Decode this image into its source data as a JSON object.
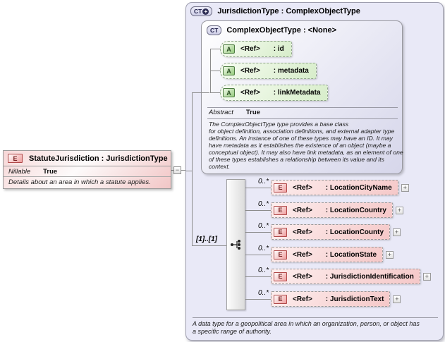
{
  "icons": {
    "ct": "CT",
    "a": "A",
    "e": "E",
    "plus": "+",
    "minus": "−"
  },
  "colors": {
    "panel_lavender": "#e9e9f7",
    "element_pink": "#f5c8c8",
    "attribute_green": "#d7edca",
    "element_icon_red": "#b04848",
    "attribute_icon_green": "#4d7c42"
  },
  "element_node": {
    "title": "StatuteJurisdiction : JurisdictionType",
    "property_label": "Nillable",
    "property_value": "True",
    "description": "Details about an area in which a statute applies."
  },
  "type_panel": {
    "title": "JurisdictionType : ComplexObjectType",
    "base_type": {
      "title": "ComplexObjectType : <None>",
      "attributes": [
        {
          "ref": "<Ref>",
          "name": ": id"
        },
        {
          "ref": "<Ref>",
          "name": ": metadata"
        },
        {
          "ref": "<Ref>",
          "name": ": linkMetadata"
        }
      ],
      "property_label": "Abstract",
      "property_value": "True",
      "description": "The ComplexObjectType type provides a base class\nfor object definition, association definitions, and external adapter type definitions. An instance of one of these types may have an ID. It may have metadata as it establishes the existence of an object (maybe a conceptual object). It may also have link metadata, as an element of one of these types establishes a relationship between its value and its context."
    },
    "sequence": {
      "cardinality": "[1]..[1]",
      "elements": [
        {
          "occurs": "0..*",
          "ref": "<Ref>",
          "name": ": LocationCityName"
        },
        {
          "occurs": "0..*",
          "ref": "<Ref>",
          "name": ": LocationCountry"
        },
        {
          "occurs": "0..*",
          "ref": "<Ref>",
          "name": ": LocationCounty"
        },
        {
          "occurs": "0..*",
          "ref": "<Ref>",
          "name": ": LocationState"
        },
        {
          "occurs": "0..*",
          "ref": "<Ref>",
          "name": ": JurisdictionIdentification"
        },
        {
          "occurs": "0..*",
          "ref": "<Ref>",
          "name": ": JurisdictionText"
        }
      ]
    },
    "description": "A data type for a geopolitical area in which an organization, person, or object has\na specific range of authority."
  }
}
